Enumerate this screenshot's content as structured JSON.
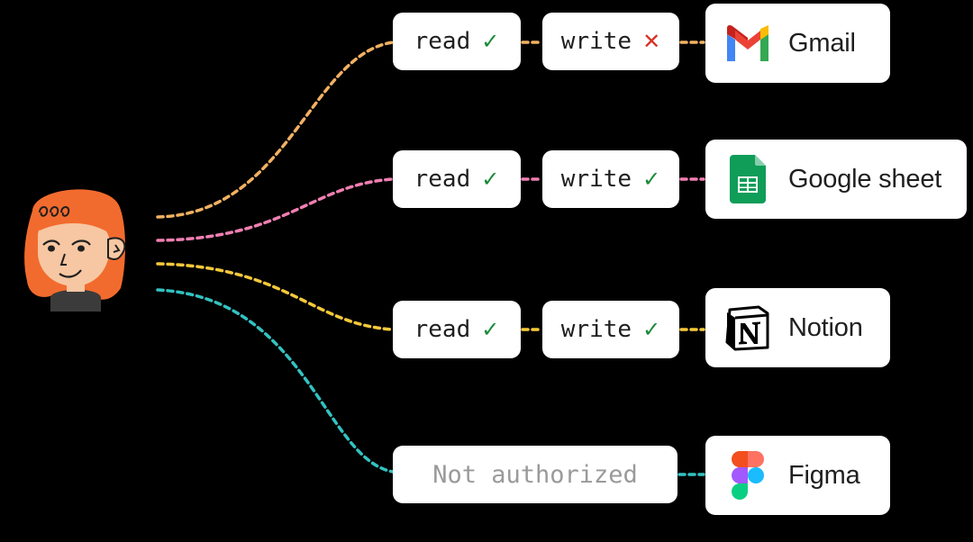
{
  "rows": [
    {
      "app": {
        "name": "Gmail",
        "icon": "gmail-icon"
      },
      "read": {
        "label": "read",
        "mark": "✓",
        "allowed": true
      },
      "write": {
        "label": "write",
        "mark": "✕",
        "allowed": false
      },
      "line_color": "#f2b162"
    },
    {
      "app": {
        "name": "Google sheet",
        "icon": "google-sheets-icon"
      },
      "read": {
        "label": "read",
        "mark": "✓",
        "allowed": true
      },
      "write": {
        "label": "write",
        "mark": "✓",
        "allowed": true
      },
      "line_color": "#f07fb2"
    },
    {
      "app": {
        "name": "Notion",
        "icon": "notion-icon"
      },
      "read": {
        "label": "read",
        "mark": "✓",
        "allowed": true
      },
      "write": {
        "label": "write",
        "mark": "✓",
        "allowed": true
      },
      "line_color": "#f5c93a"
    },
    {
      "app": {
        "name": "Figma",
        "icon": "figma-icon"
      },
      "status": "Not authorized",
      "line_color": "#33c2c2"
    }
  ],
  "colors": {
    "background": "#000000",
    "allowed": "#1a8a3a",
    "denied": "#d93025",
    "not_authorized_text": "#9a9a9a",
    "avatar_hair": "#f26b2e"
  }
}
